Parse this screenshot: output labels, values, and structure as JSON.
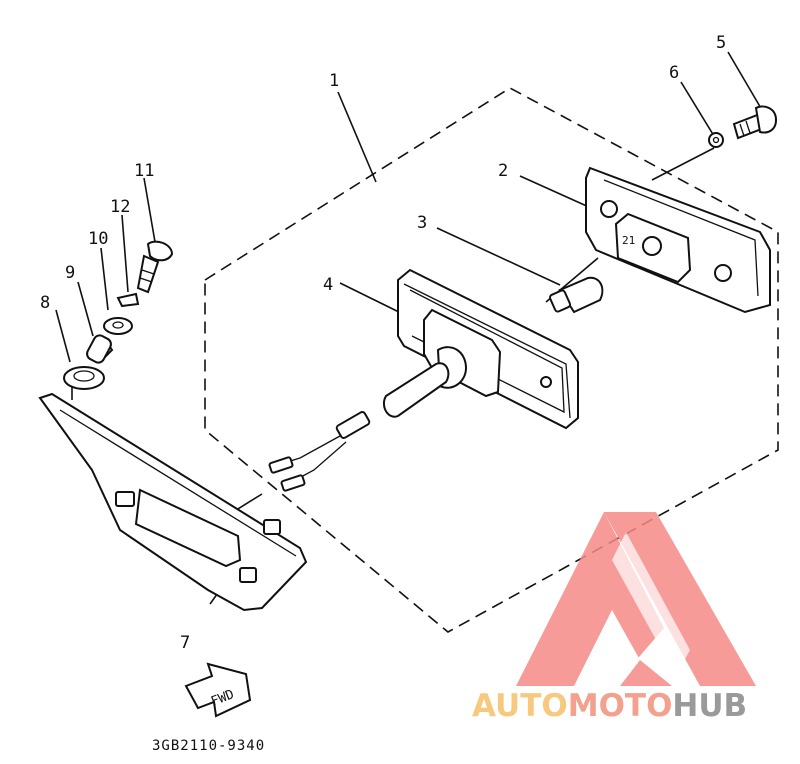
{
  "diagram": {
    "part_code": "3GB2110-9340",
    "fwd_label": "FWD",
    "callouts": [
      {
        "id": "1",
        "label": "1"
      },
      {
        "id": "2",
        "label": "2"
      },
      {
        "id": "3",
        "label": "3"
      },
      {
        "id": "4",
        "label": "4"
      },
      {
        "id": "5",
        "label": "5"
      },
      {
        "id": "6",
        "label": "6"
      },
      {
        "id": "7",
        "label": "7"
      },
      {
        "id": "8",
        "label": "8"
      },
      {
        "id": "9",
        "label": "9"
      },
      {
        "id": "10",
        "label": "10"
      },
      {
        "id": "11",
        "label": "11"
      },
      {
        "id": "12",
        "label": "12"
      }
    ]
  },
  "watermark": {
    "text_part1": "AUTO",
    "text_part2": "MOTO",
    "text_part3": "HUB",
    "colors": {
      "auto": "#f7c97e",
      "moto": "#f4a08e",
      "hub": "#9a9a9a",
      "logo": "#f58a86"
    }
  }
}
